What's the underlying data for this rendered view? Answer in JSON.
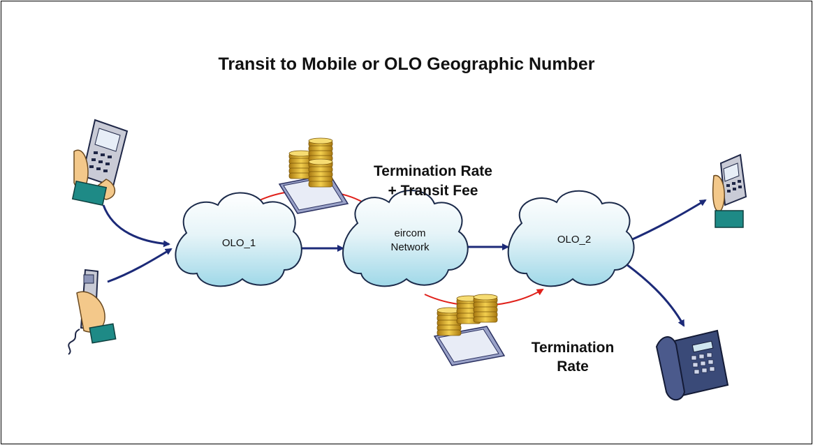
{
  "title": "Transit to Mobile or OLO Geographic Number",
  "clouds": {
    "olo1": "OLO_1",
    "eircom_line1": "eircom",
    "eircom_line2": "Network",
    "olo2": "OLO_2"
  },
  "fees": {
    "top_line1": "Termination Rate",
    "top_line2": "+ Transit Fee",
    "bottom_line1": "Termination",
    "bottom_line2": "Rate"
  },
  "icons": [
    "mobile-phone-in-hand-icon",
    "corded-handset-in-hand-icon",
    "coins-and-banknotes-icon",
    "desk-telephone-icon"
  ],
  "colors": {
    "cloud_top": "#ffffff",
    "cloud_bottom": "#9fd8e8",
    "flow_arrow": "#1c2a78",
    "payment_arrow": "#e0201a",
    "coin": "#d9a81e",
    "phone_body": "#3a4a78"
  }
}
